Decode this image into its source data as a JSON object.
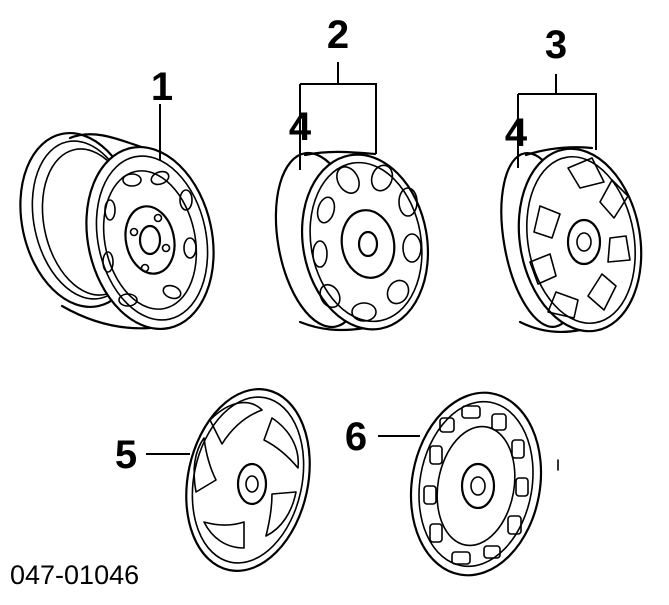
{
  "diagram": {
    "callouts": {
      "c1": "1",
      "c2": "2",
      "c3": "3",
      "c4a": "4",
      "c4b": "4",
      "c5": "5",
      "c6": "6"
    },
    "part_number": "047-01046"
  }
}
